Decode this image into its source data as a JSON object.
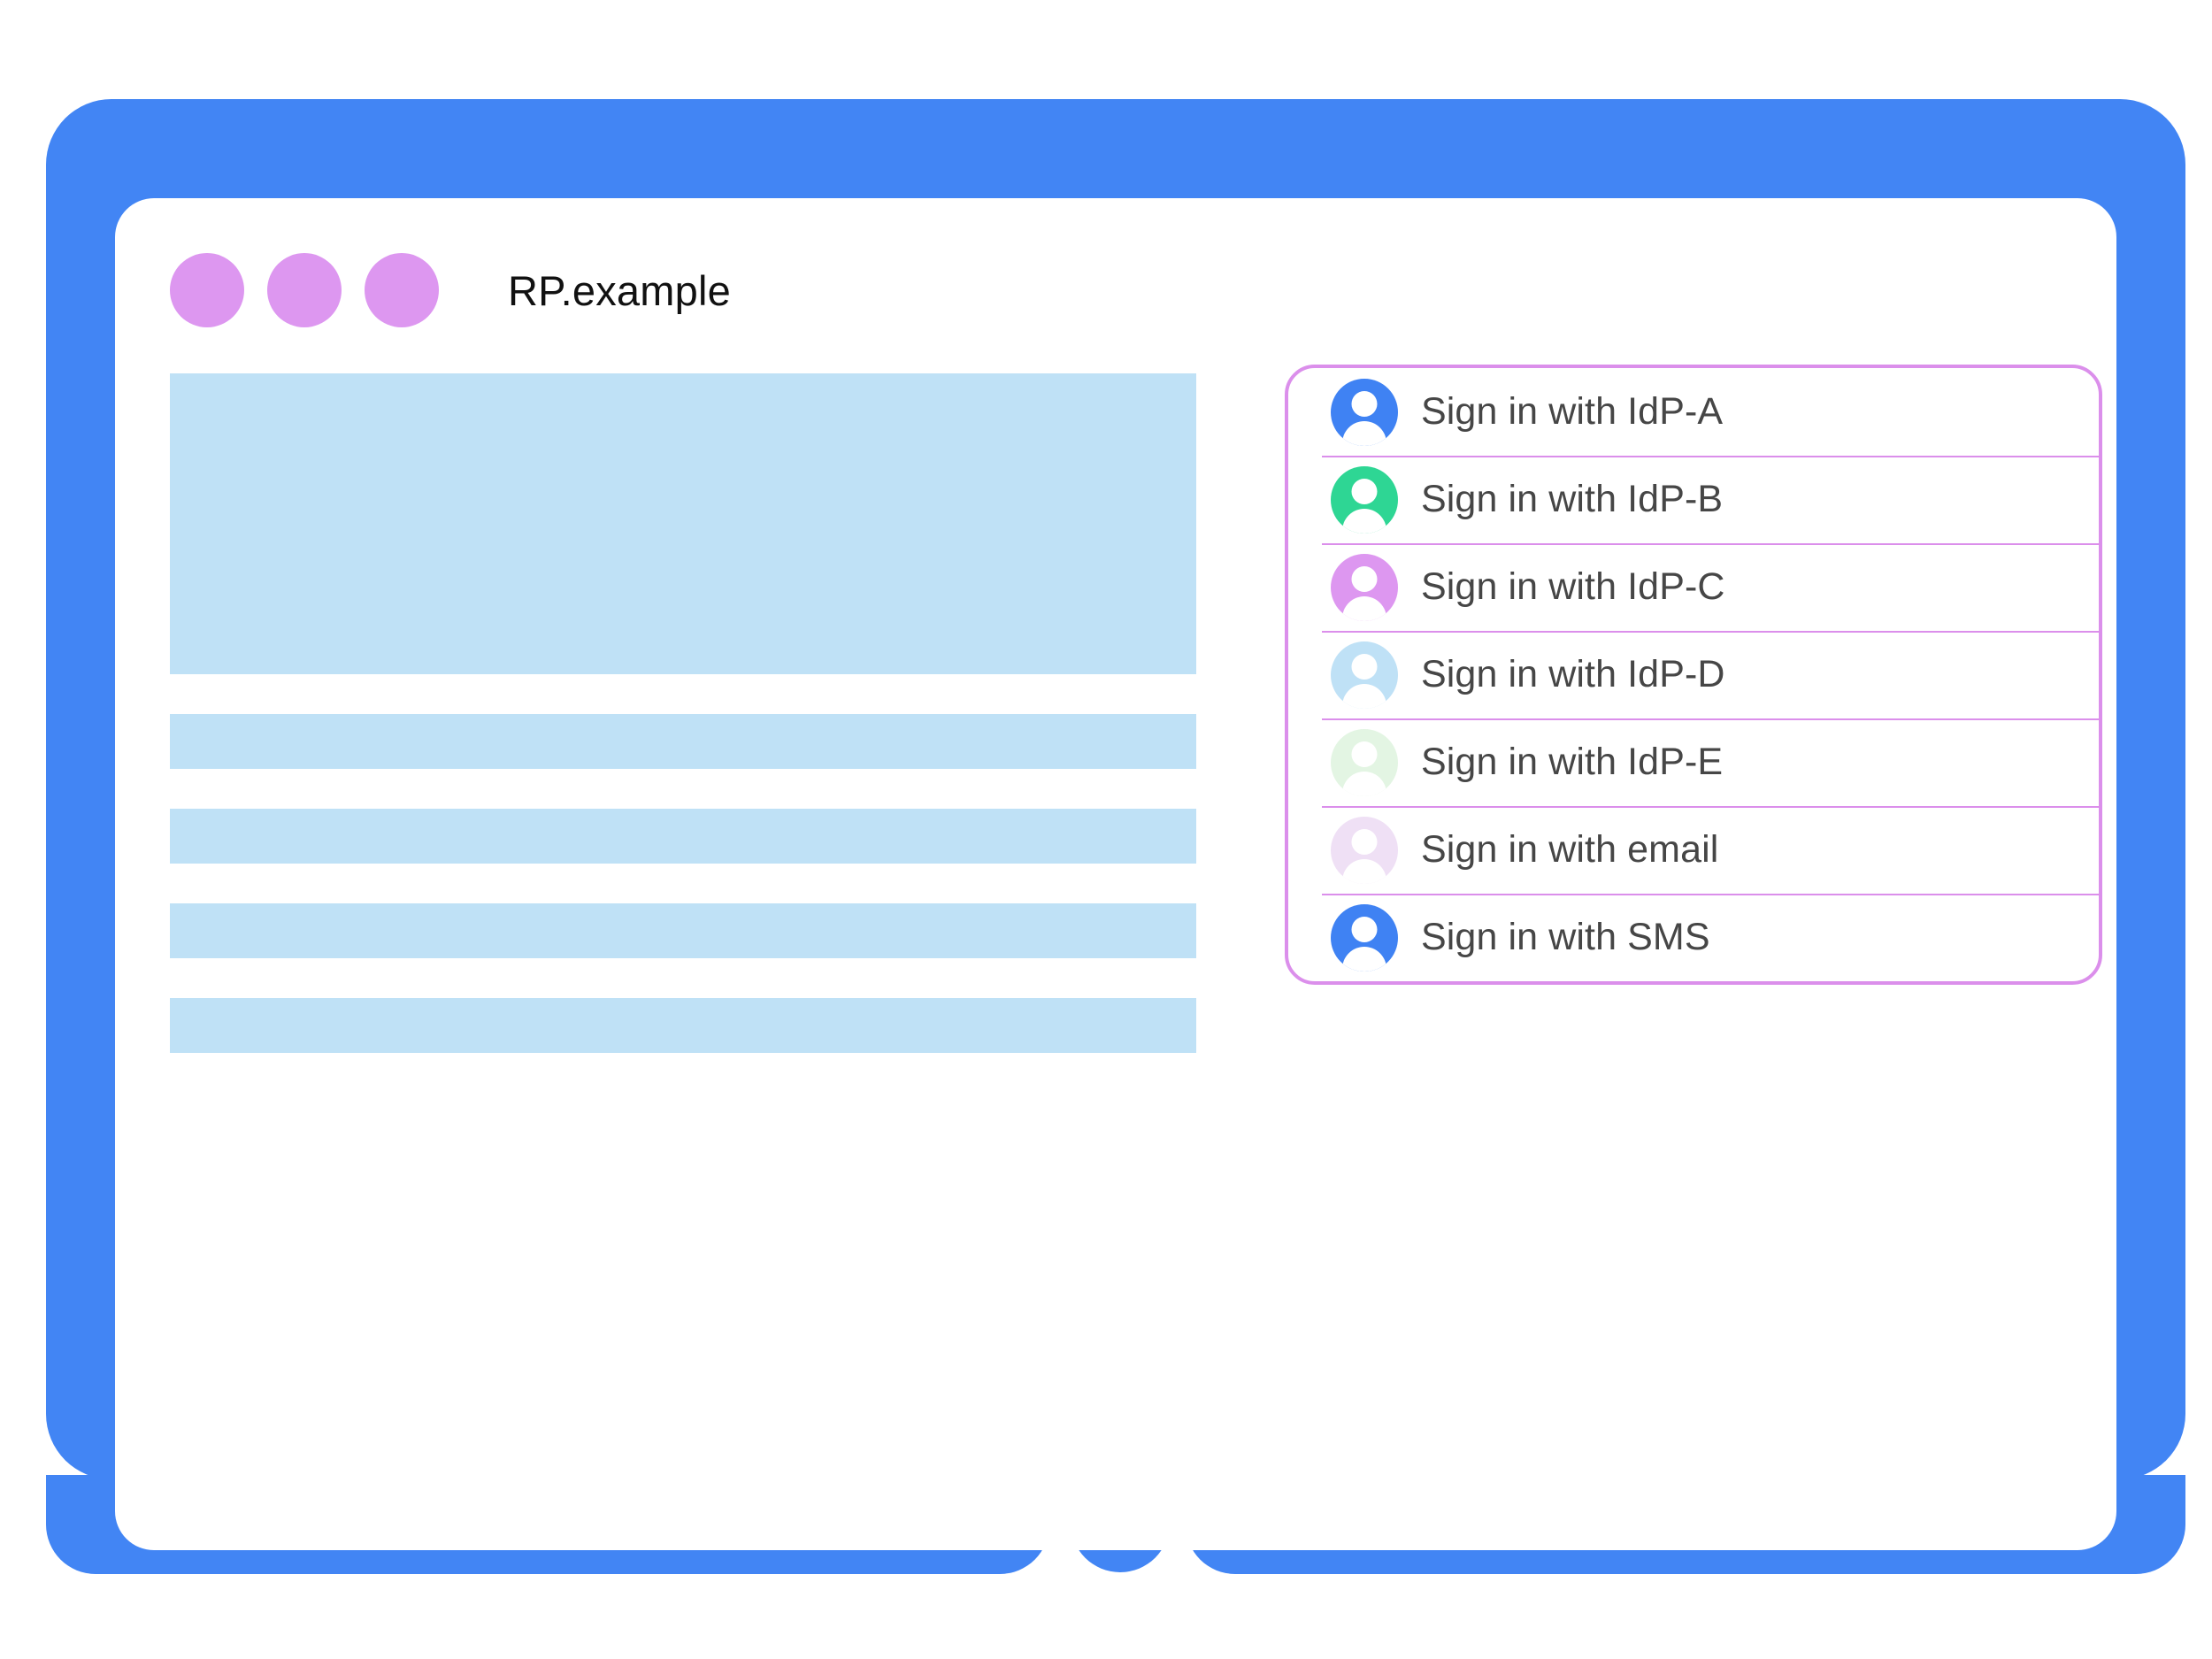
{
  "theme": {
    "frame_blue": "#4285F4",
    "orchid": "#DD97F0",
    "placeholder_blue": "#BFE1F6",
    "dialog_border": "#DB8FEB",
    "divider": "#DB8FEB",
    "label_color": "#464646",
    "title_color": "#111111"
  },
  "titlebar": {
    "title": "RP.example",
    "dots": [
      {
        "name": "window-dot-1"
      },
      {
        "name": "window-dot-2"
      },
      {
        "name": "window-dot-3"
      }
    ]
  },
  "page_content": {
    "blocks": [
      {
        "kind": "hero"
      },
      {
        "kind": "bar"
      },
      {
        "kind": "bar"
      },
      {
        "kind": "bar"
      },
      {
        "kind": "bar"
      }
    ]
  },
  "account_dialog": {
    "rows": [
      {
        "label": "Sign in with IdP-A",
        "icon": "person-avatar-icon",
        "color": "#3F82F3"
      },
      {
        "label": "Sign in with IdP-B",
        "icon": "person-avatar-icon",
        "color": "#2ED694"
      },
      {
        "label": "Sign in with IdP-C",
        "icon": "person-avatar-icon",
        "color": "#DD97F0"
      },
      {
        "label": "Sign in with IdP-D",
        "icon": "person-avatar-icon",
        "color": "#BFE1F6"
      },
      {
        "label": "Sign in with IdP-E",
        "icon": "person-avatar-icon",
        "color": "#E3F5E3"
      },
      {
        "label": "Sign in with email",
        "icon": "person-avatar-icon",
        "color": "#EFE0F5"
      },
      {
        "label": "Sign in with SMS",
        "icon": "person-avatar-icon",
        "color": "#3F82F3"
      }
    ]
  },
  "device": {
    "home_button": "home-button"
  }
}
